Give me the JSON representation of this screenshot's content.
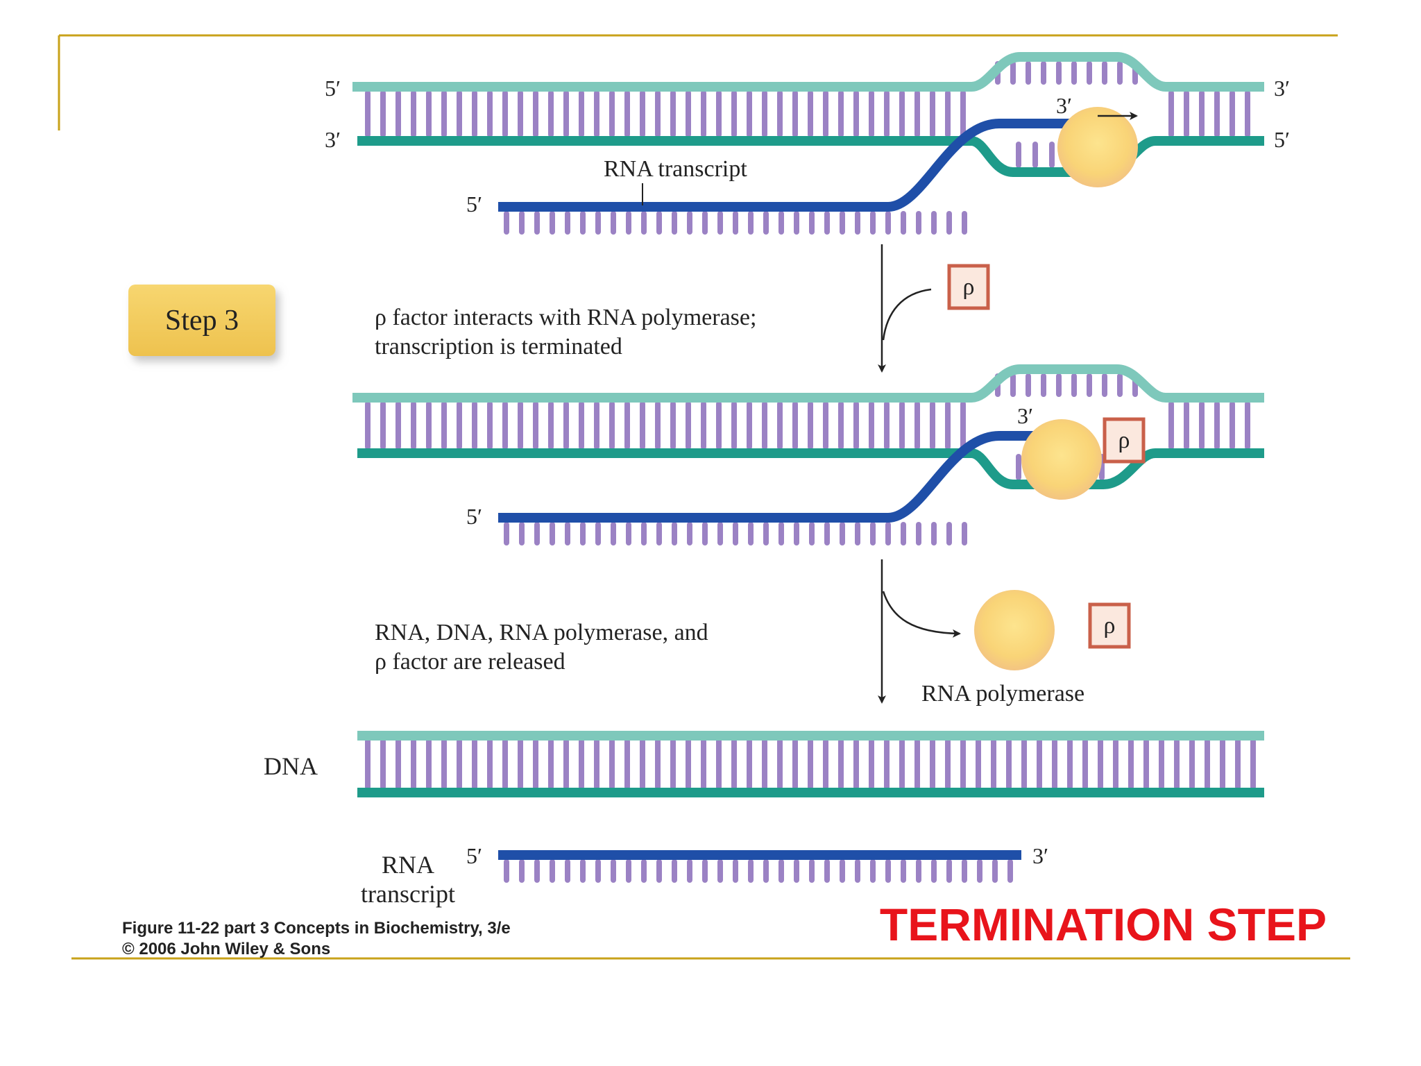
{
  "step_badge": {
    "label": "Step 3"
  },
  "labels": {
    "five_prime": "5′",
    "three_prime": "3′",
    "rna_transcript": "RNA transcript",
    "rho": "ρ",
    "rna_polymerase": "RNA polymerase",
    "dna": "DNA",
    "rna": "RNA",
    "transcript": "transcript"
  },
  "captions": {
    "step_a_line1": "ρ factor interacts with RNA polymerase;",
    "step_a_line2": "transcription is terminated",
    "step_b_line1": "RNA, DNA, RNA polymerase, and",
    "step_b_line2": "ρ factor are released"
  },
  "figure_credit": {
    "line1": "Figure 11-22 part 3  Concepts in Biochemistry, 3/e",
    "line2": "© 2006 John Wiley & Sons"
  },
  "slide_title": "TERMINATION STEP",
  "colors": {
    "dna_top_strand": "#7ec8bb",
    "dna_bottom_strand": "#1e9b8a",
    "base_pair": "#9b82c4",
    "rna_strand": "#1f4fa8",
    "polymerase": "#f8d37a",
    "rho_box": "#c9604a",
    "title_red": "#e8141b",
    "slide_rule": "#c8a21a",
    "badge": "#f3ce62"
  }
}
